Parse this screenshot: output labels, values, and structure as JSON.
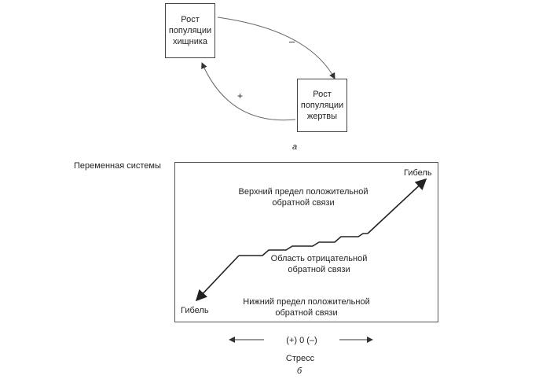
{
  "diagram_a": {
    "predator_box": "Рост\nпопуляции\nхищника",
    "prey_box": "Рост\nпопуляции\nжертвы",
    "negative_sign": "–",
    "positive_sign": "+",
    "caption": "а"
  },
  "diagram_b": {
    "y_label": "Переменная системы",
    "death_top": "Гибель",
    "death_bottom": "Гибель",
    "upper_limit": "Верхний предел положительной\nобратной связи",
    "negative_region": "Область отрицательной\nобратной связи",
    "lower_limit": "Нижний предел положительной\nобратной связи",
    "stress_scale": "(+) 0  (–)",
    "stress_label": "Стресс",
    "caption": "б"
  }
}
